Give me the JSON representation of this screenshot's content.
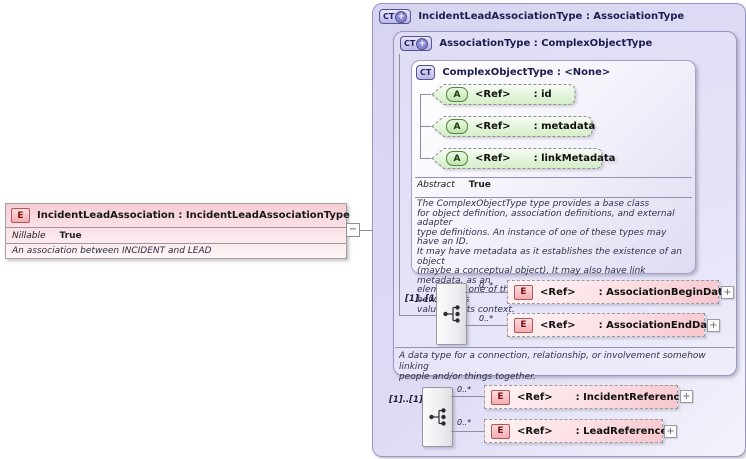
{
  "icons": {
    "expand": "+",
    "collapse": "−",
    "badge_plus": "+"
  },
  "colors": {
    "type_fill": "#dedcf5",
    "element_fill": "#f8d6dc",
    "attribute_fill": "#d9efcf",
    "border": "#9795c2",
    "title_text": "#1c1c4e"
  },
  "left_element": {
    "badge": "E",
    "title": "IncidentLeadAssociation : IncidentLeadAssociationType",
    "property_name": "Nillable",
    "property_value": "True",
    "description": "An association between INCIDENT and LEAD"
  },
  "type_box": {
    "badge": "CT",
    "title": "IncidentLeadAssociationType : AssociationType",
    "base_type_box": {
      "badge": "CT",
      "title": "AssociationType : ComplexObjectType",
      "complex_object_box": {
        "badge": "CT",
        "title": "ComplexObjectType : <None>",
        "attributes": [
          {
            "badge": "A",
            "ref": "<Ref>",
            "name": ": id"
          },
          {
            "badge": "A",
            "ref": "<Ref>",
            "name": ": metadata"
          },
          {
            "badge": "A",
            "ref": "<Ref>",
            "name": ": linkMetadata"
          }
        ],
        "property_name": "Abstract",
        "property_value": "True",
        "description": "The ComplexObjectType type provides a base class\nfor object definition, association definitions, and external adapter\ntype definitions. An instance of one of these types may have an ID.\nIt may have metadata as it establishes the existence of an object\n(maybe a conceptual object). It may also have link metadata, as an\nelement of one of these types establishes a relationship between its\nvalue and its context."
      },
      "sequence": {
        "cardinality": "[1]..[1]",
        "elements": [
          {
            "badge": "E",
            "occurs": "0..*",
            "ref": "<Ref>",
            "name": ": AssociationBeginDate"
          },
          {
            "badge": "E",
            "occurs": "0..*",
            "ref": "<Ref>",
            "name": ": AssociationEndDate"
          }
        ]
      },
      "description": "A data type for a connection, relationship, or involvement somehow linking\npeople and/or things together."
    },
    "sequence": {
      "cardinality": "[1]..[1]",
      "elements": [
        {
          "badge": "E",
          "occurs": "0..*",
          "ref": "<Ref>",
          "name": ": IncidentReference"
        },
        {
          "badge": "E",
          "occurs": "0..*",
          "ref": "<Ref>",
          "name": ": LeadReference"
        }
      ]
    }
  }
}
